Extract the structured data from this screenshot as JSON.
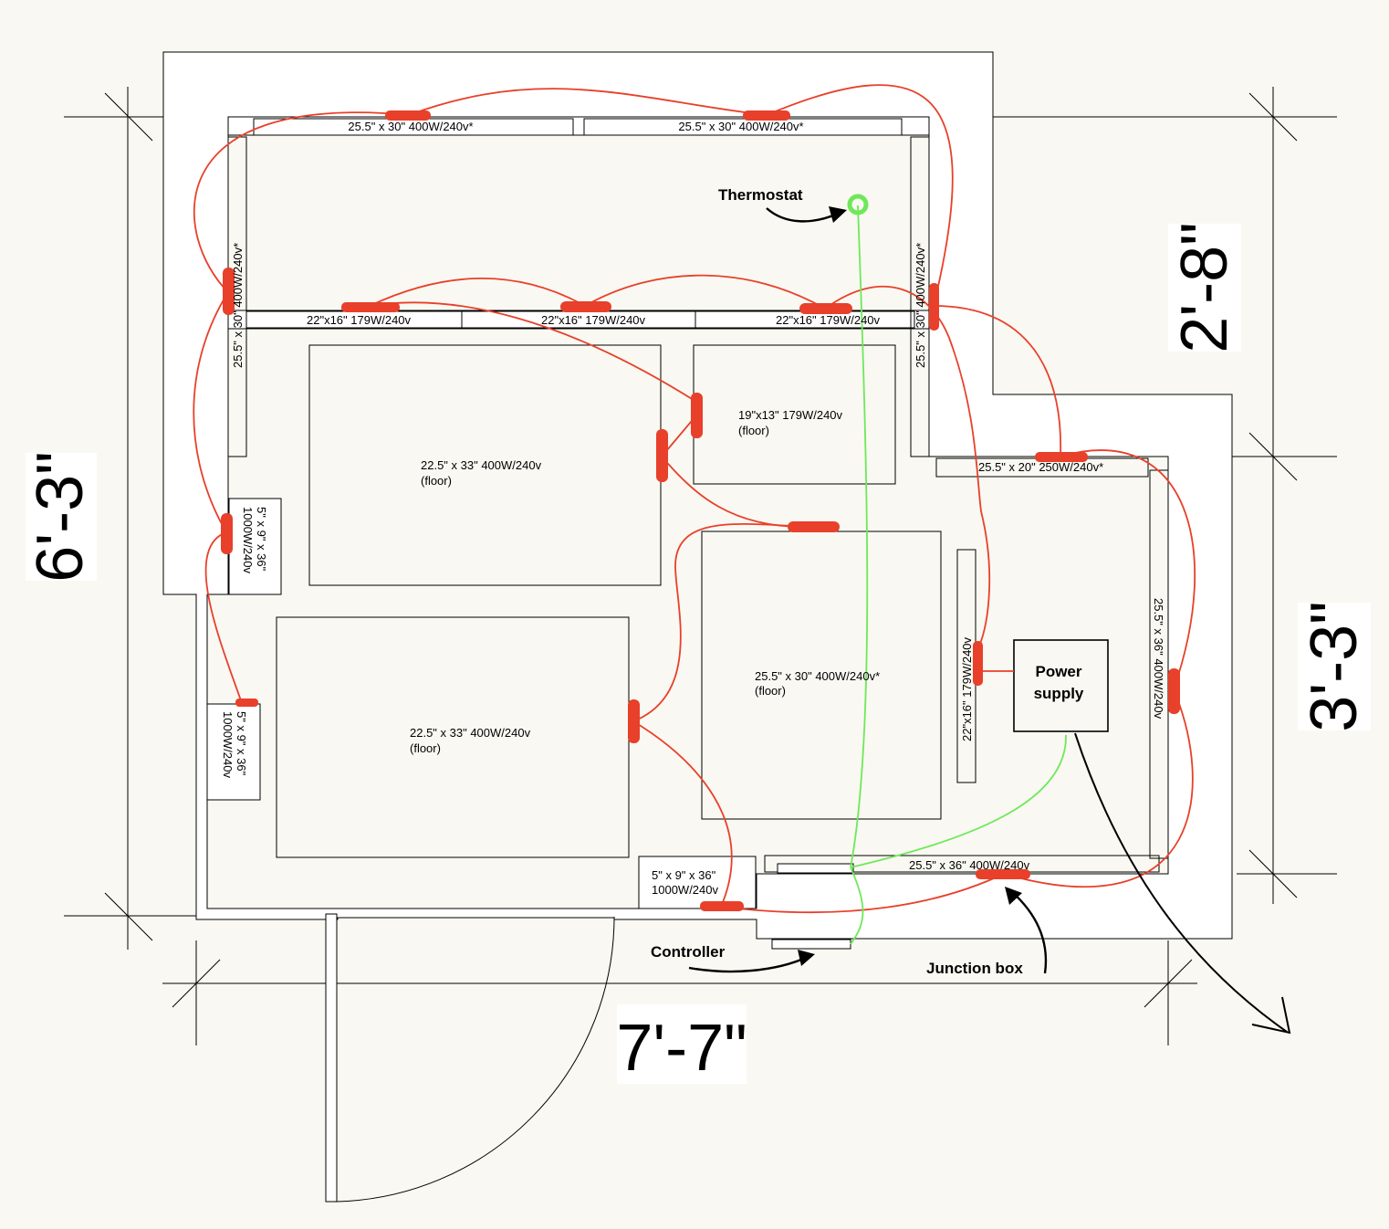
{
  "mats": {
    "top_left": "25.5\" x 30\" 400W/240v*",
    "top_right": "25.5\" x 30\" 400W/240v*",
    "left_wall": "25.5\" x 30\" 400W/240v*",
    "right_wall_upper": "25.5\" x 30\" 400W/240v*",
    "shelf_1": "22\"x16\" 179W/240v",
    "shelf_2": "22\"x16\" 179W/240v",
    "shelf_3": "22\"x16\" 179W/240v",
    "floor_small": "19\"x13\" 179W/240v",
    "floor_small_sub": "(floor)",
    "floor_large_1": "22.5\" x 33\" 400W/240v",
    "floor_large_1_sub": "(floor)",
    "floor_large_2": "22.5\" x 33\" 400W/240v",
    "floor_large_2_sub": "(floor)",
    "floor_center": "25.5\" x 30\" 400W/240v*",
    "floor_center_sub": "(floor)",
    "step_right": "25.5\" x 20\" 250W/240v*",
    "right_wall_lower": "25.5\" x 36\" 400W/240v",
    "bottom_wall": "25.5\" x 36\" 400W/240v",
    "inner_wall": "22\"x16\" 179W/240v",
    "heater_1_a": "5\" x 9\" x 36\"",
    "heater_1_b": "1000W/240v",
    "heater_2_a": "5\" x 9\" x 36\"",
    "heater_2_b": "1000W/240v",
    "heater_3_a": "5\" x 9\" x 36\"",
    "heater_3_b": "1000W/240v"
  },
  "callouts": {
    "thermostat": "Thermostat",
    "controller": "Controller",
    "junction_box": "Junction box",
    "power_supply_1": "Power",
    "power_supply_2": "supply"
  },
  "dimensions": {
    "left": "6'-3\"",
    "right_top": "2'-8\"",
    "right_bottom": "3'-3\"",
    "bottom": "7'-7\""
  },
  "colors": {
    "heater_wire": "#e8402a",
    "sensor_wire": "#6ee85a",
    "background": "#f9f8f2"
  }
}
